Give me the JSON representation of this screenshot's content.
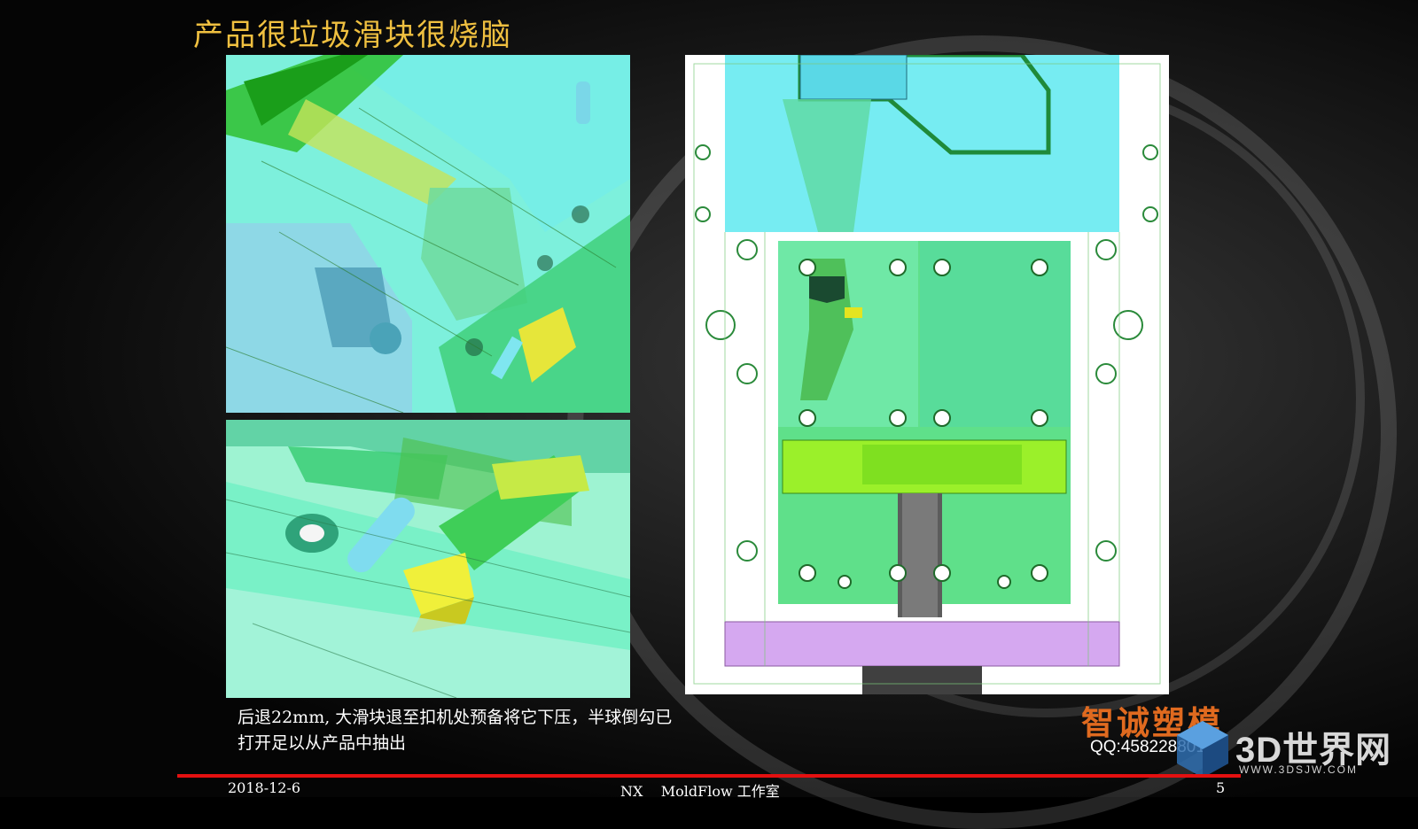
{
  "slide": {
    "title": "产品很垃圾滑块很烧脑",
    "caption_line1": "后退22mm, 大滑块退至扣机处预备将它下压，半球倒勾已",
    "caption_line2": "打开足以从产品中抽出",
    "brand": "智诚塑模",
    "qq": "QQ:458228801"
  },
  "watermark": {
    "title": "3D世界网",
    "url": "WWW.3DSJW.COM"
  },
  "footer": {
    "date": "2018-12-6",
    "center": "NX    MoldFlow 工作室",
    "page": "5"
  },
  "colors": {
    "title": "#f0c040",
    "brand": "#e06a1f",
    "accent_line": "#e41010",
    "cad_cyan": "#6ff0e8",
    "cad_green": "#5fe08a",
    "cad_yellow": "#d6ec3a",
    "cad_purple": "#d5a8f0"
  }
}
